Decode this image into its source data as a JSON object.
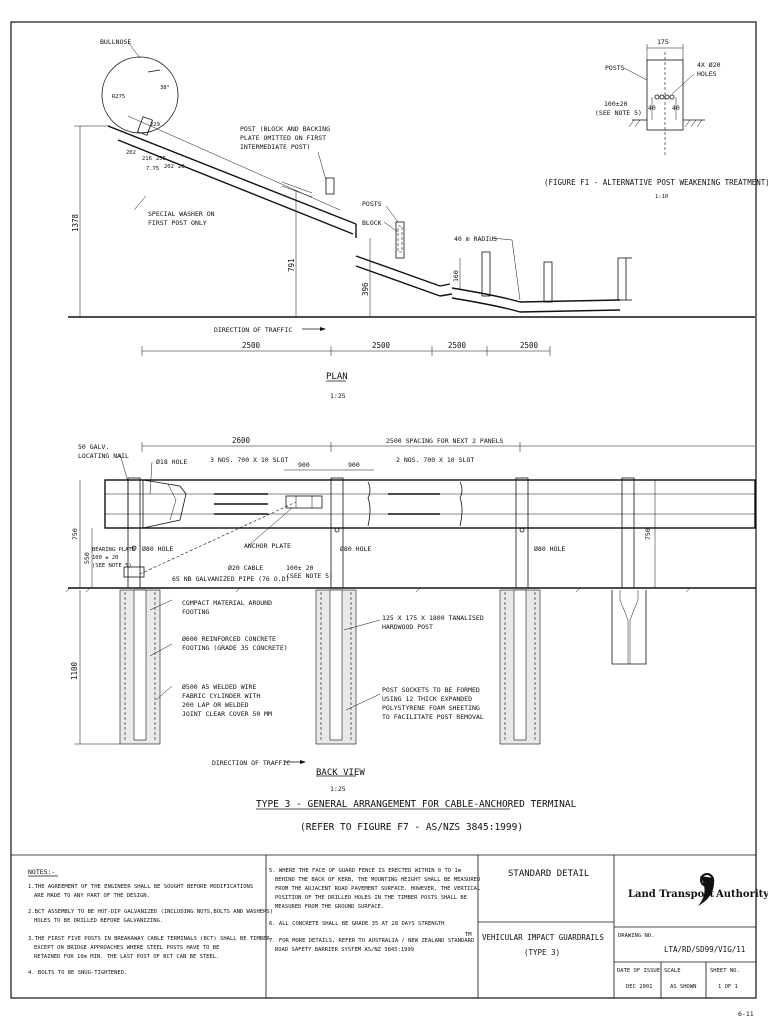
{
  "plan": {
    "bullnose": "BULLNOSE",
    "r": "R275",
    "angle": "38°",
    "d1": "202",
    "d2": "216",
    "d3": "229",
    "d4": "255",
    "d5": "202",
    "d6": "7.75",
    "d7": "20",
    "washer1": "SPECIAL WASHER ON",
    "washer2": "FIRST POST ONLY",
    "post1": "POST (BLOCK AND BACKING",
    "post2": "PLATE OMITTED ON FIRST",
    "post3": "INTERMEDIATE POST)",
    "posts": "POSTS",
    "block": "BLOCK",
    "radius": "40 m RADIUS",
    "h1378": "1378",
    "h791": "791",
    "h396": "396",
    "h160": "160",
    "direction": "DIRECTION OF TRAFFIC",
    "dims": [
      "2500",
      "2500",
      "2500",
      "2500"
    ],
    "title": "PLAN",
    "scale": "1:25"
  },
  "fig_f1": {
    "w175": "175",
    "posts": "POSTS",
    "holes1": "4X Ø20",
    "holes2": "HOLES",
    "h100": "100±20",
    "note": "(SEE NOTE 5)",
    "d40a": "40",
    "d40b": "40",
    "title": "(FIGURE F1 - ALTERNATIVE POST WEAKENING TREATMENT)",
    "scale": "1:10"
  },
  "back": {
    "w2600": "2600",
    "spacing": "2500 SPACING FOR NEXT 2 PANELS",
    "nail1": "50 GALV.",
    "nail2": "LOCATING NAIL",
    "hole18": "Ø18 HOLE",
    "slot3": "3 NOS. 700 X 10 SLOT",
    "slot2": "2 NOS. 700 X 10 SLOT",
    "d900a": "900",
    "d900b": "900",
    "h750l": "750",
    "h550": "550",
    "h750r": "750",
    "bp1": "BEARING PLATE",
    "bp2": "100 ± 20",
    "bp3": "(SEE NOTE 5)",
    "hole80a": "Ø80 HOLE",
    "anchor": "ANCHOR PLATE",
    "hole80b": "Ø80 HOLE",
    "hole80c": "Ø80 HOLE",
    "cable": "Ø20 CABLE",
    "c2": "100± 20",
    "c3": "(SEE NOTE 5)",
    "pipe": "65 NB GALVANIZED PIPE (76 O.D)",
    "c1": "COMPACT MATERIAL AROUND",
    "c1b": "FOOTING",
    "f1": "Ø600 REINFORCED CONCRETE",
    "f2": "FOOTING (GRADE 35 CONCRETE)",
    "w1": "Ø500 A5 WELDED WIRE",
    "w2": "FABRIC CYLINDER WITH",
    "w3": "200 LAP OR WELDED",
    "w4": "JOINT CLEAR COVER 50 MM",
    "p1": "125 X 175 X 1800 TANALISED",
    "p2": "HARDWOOD POST",
    "s1": "POST SOCKETS TO BE FORMED",
    "s2": "USING 12 THICK EXPANDED",
    "s3": "POLYSTYRENE FOAM SHEETING",
    "s4": "TO FACILITATE POST REMOVAL",
    "h1100": "1100",
    "direction": "DIRECTION OF TRAFFIC",
    "title": "BACK VIEW",
    "scale": "1:25"
  },
  "main_title": "TYPE 3 - GENERAL ARRANGEMENT FOR CABLE-ANCHORED TERMINAL",
  "sub_title": "(REFER TO FIGURE F7 - AS/NZS 3845:1999)",
  "notes": {
    "header": "NOTES:-",
    "n1a": "1.THE AGREEMENT OF THE ENGINEER SHALL BE SOUGHT BEFORE MODIFICATIONS",
    "n1b": "ARE MADE TO ANY PART OF THE DESIGN.",
    "n2a": "2.BCT ASSEMBLY TO BE HOT-DIP GALVANIZED (INCLUDING NUTS,BOLTS AND WASHERS)",
    "n2b": "HOLES TO BE DRILLED BEFORE GALVANIZING.",
    "n3a": "3.THE FIRST FIVE POSTS IN BREAKAWAY CABLE TERMINALS (BCT) SHALL BE TIMBER",
    "n3b": "EXCEPT ON BRIDGE APPROACHES WHERE STEEL POSTS HAVE TO BE",
    "n3c": "RETAINED FOR 10m MIN. THE LAST POST OF BCT CAN BE STEEL.",
    "n4": "4. BOLTS TO BE SNUG-TIGHTENED.",
    "n5a": "5. WHERE THE FACE OF GUARD FENCE IS ERECTED WITHIN 0 TO 1m",
    "n5b": "BEHIND THE BACK OF KERB, THE MOUNTING HEIGHT SHALL BE MEASURED",
    "n5c": "FROM THE ADJACENT ROAD PAVEMENT SURFACE. HOWEVER, THE VERTICAL",
    "n5d": "POSITION OF THE DRILLED HOLES IN THE TIMBER POSTS SHALL BE",
    "n5e": "MEASURED FROM THE GROUND SURFACE.",
    "n6": "6. ALL CONCRETE SHALL BE GRADE 35 AT 28 DAYS STRENGTH",
    "n7a": "7. FOR MORE DETAILS, REFER TO AUSTRALIA / NEW ZEALAND STANDARD",
    "tm": "TM",
    "n7b": "ROAD SAFETY BARRIER SYSTEM AS/NZ 3845:1999"
  },
  "title_block": {
    "std": "STANDARD  DETAIL",
    "t1": "VEHICULAR IMPACT GUARDRAILS",
    "t2": "(TYPE 3)",
    "logo_a": "Land Transport",
    "logo_b": "Authority",
    "dwg_label": "DRAWING NO.",
    "dwg_no": "LTA/RD/SD99/VIG/11",
    "date_label": "DATE OF ISSUE",
    "date": "DEC 2001",
    "scale_label": "SCALE",
    "scale": "AS SHOWN",
    "sheet_label": "SHEET NO.",
    "sheet": "1 OF 1"
  },
  "page_no": "6-11"
}
